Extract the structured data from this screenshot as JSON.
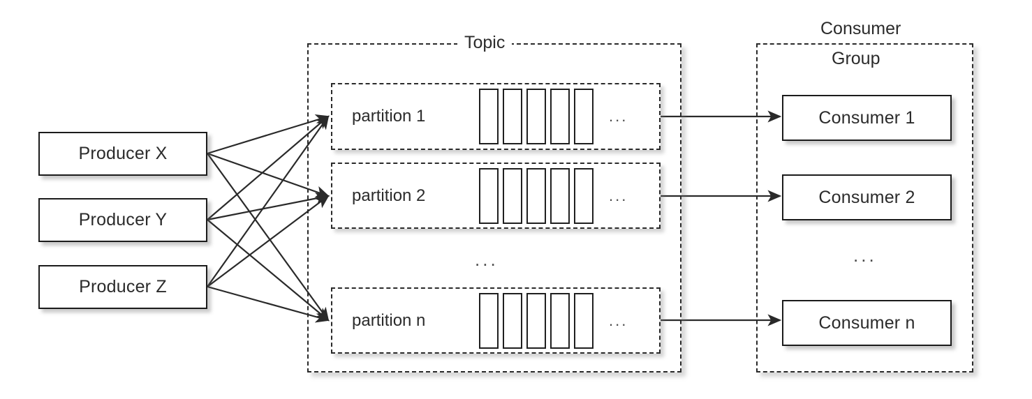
{
  "diagram": {
    "title": "Kafka producers, topic partitions and consumer group",
    "background": "#ffffff",
    "line_color": "#2a2a2a",
    "text_color": "#2b2b2b"
  },
  "producers": {
    "items": [
      {
        "label": "Producer X"
      },
      {
        "label": "Producer Y"
      },
      {
        "label": "Producer Z"
      }
    ]
  },
  "topic": {
    "label": "Topic",
    "partitions": [
      {
        "label": "partition 1",
        "messages": 5,
        "more": "..."
      },
      {
        "label": "partition 2",
        "messages": 5,
        "more": "..."
      },
      {
        "label": "partition n",
        "messages": 5,
        "more": "..."
      }
    ],
    "ellipsis": "..."
  },
  "consumer_group": {
    "label_line1": "Consumer",
    "label_line2": "Group",
    "items": [
      {
        "label": "Consumer 1"
      },
      {
        "label": "Consumer 2"
      },
      {
        "label": "Consumer n"
      }
    ],
    "ellipsis": "..."
  }
}
